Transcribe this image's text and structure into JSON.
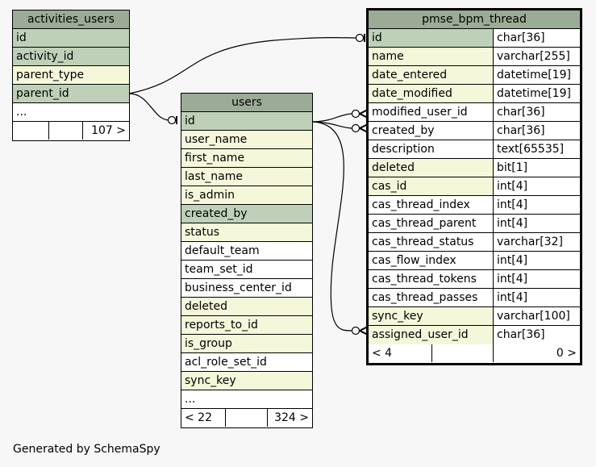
{
  "tables": {
    "activities_users": {
      "title": "activities_users",
      "rows": [
        "id",
        "activity_id",
        "parent_type",
        "parent_id",
        "..."
      ],
      "footer": [
        "",
        "",
        "107 >"
      ]
    },
    "users": {
      "title": "users",
      "rows": [
        "id",
        "user_name",
        "first_name",
        "last_name",
        "is_admin",
        "created_by",
        "status",
        "default_team",
        "team_set_id",
        "business_center_id",
        "deleted",
        "reports_to_id",
        "is_group",
        "acl_role_set_id",
        "sync_key",
        "..."
      ],
      "footer": [
        "< 22",
        "",
        "324 >"
      ]
    },
    "pmse_bpm_thread": {
      "title": "pmse_bpm_thread",
      "columns": [
        {
          "name": "id",
          "type": "char[36]"
        },
        {
          "name": "name",
          "type": "varchar[255]"
        },
        {
          "name": "date_entered",
          "type": "datetime[19]"
        },
        {
          "name": "date_modified",
          "type": "datetime[19]"
        },
        {
          "name": "modified_user_id",
          "type": "char[36]"
        },
        {
          "name": "created_by",
          "type": "char[36]"
        },
        {
          "name": "description",
          "type": "text[65535]"
        },
        {
          "name": "deleted",
          "type": "bit[1]"
        },
        {
          "name": "cas_id",
          "type": "int[4]"
        },
        {
          "name": "cas_thread_index",
          "type": "int[4]"
        },
        {
          "name": "cas_thread_parent",
          "type": "int[4]"
        },
        {
          "name": "cas_thread_status",
          "type": "varchar[32]"
        },
        {
          "name": "cas_flow_index",
          "type": "int[4]"
        },
        {
          "name": "cas_thread_tokens",
          "type": "int[4]"
        },
        {
          "name": "cas_thread_passes",
          "type": "int[4]"
        },
        {
          "name": "sync_key",
          "type": "varchar[100]"
        },
        {
          "name": "assigned_user_id",
          "type": "char[36]"
        }
      ],
      "footer": [
        "< 4",
        "",
        "0 >"
      ]
    }
  },
  "generated_by": "Generated by SchemaSpy",
  "colors": {
    "header": "#9bab96",
    "key": "#bed1b8",
    "indexed": "#f4f7da",
    "plain": "#ffffff"
  }
}
